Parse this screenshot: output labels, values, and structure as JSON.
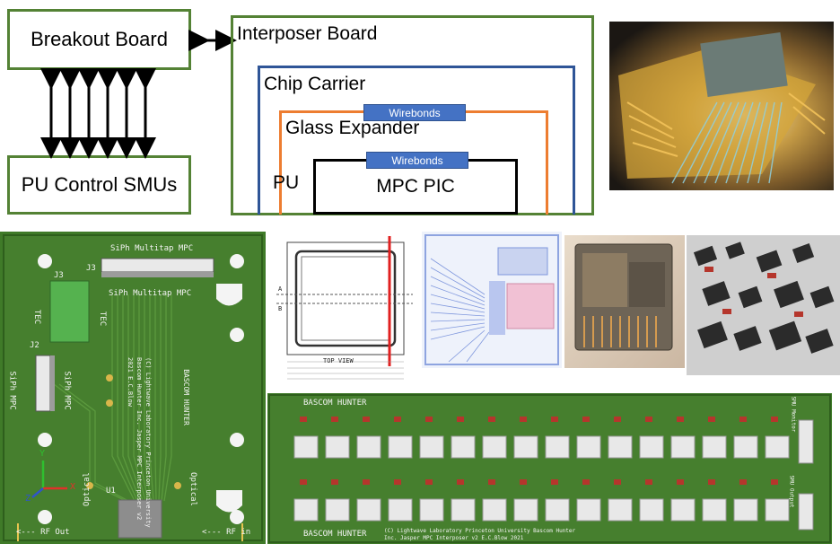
{
  "diagram": {
    "breakout_board": "Breakout Board",
    "pu_control": "PU Control SMUs",
    "interposer_board": "Interposer Board",
    "chip_carrier": "Chip Carrier",
    "glass_expander": "Glass Expander",
    "wirebonds_top": "Wirebonds",
    "wirebonds_bottom": "Wirebonds",
    "pu": "PU",
    "mpc_pic": "MPC PIC"
  },
  "pcb_left": {
    "title_top": "SiPh Multitap MPC",
    "j3": "J3",
    "title_mid": "SiPh Multitap MPC",
    "j3b": "J3",
    "tec_left": "TEC",
    "tec_right": "TEC",
    "j2": "J2",
    "siph_left": "SiPh MPC",
    "siph_right": "SiPh MPC",
    "credit": "(C) Lightwave Laboratory Princeton University Bascom Hunter Inc. Jasper MPC Interposer v2 2021 E.C.Blow",
    "bascom": "BASCOM HUNTER",
    "u1": "U1",
    "optical_left": "Optical",
    "optical_right": "Optical",
    "rf_out": "<--- RF Out",
    "rf_in": "<--- RF in",
    "axis_x": "X",
    "axis_y": "Y",
    "axis_z": "Z"
  },
  "drawing": {
    "top_view": "TOP VIEW",
    "side_a": "A",
    "side_b": "B"
  },
  "pcb_right": {
    "bascom_top": "BASCOM HUNTER",
    "bascom_bottom": "BASCOM HUNTER",
    "credit": "(C) Lightwave Laboratory Princeton University Bascom Hunter Inc. Jasper MPC Interposer v2 E.C.Blow 2021",
    "row_labels": [
      "SMU Monitor",
      "SMU Output"
    ]
  },
  "colors": {
    "green": "#548235",
    "blue": "#2f5597",
    "orange": "#ed7d31",
    "wirebond": "#4472c4",
    "pcb": "#3f7a28"
  }
}
